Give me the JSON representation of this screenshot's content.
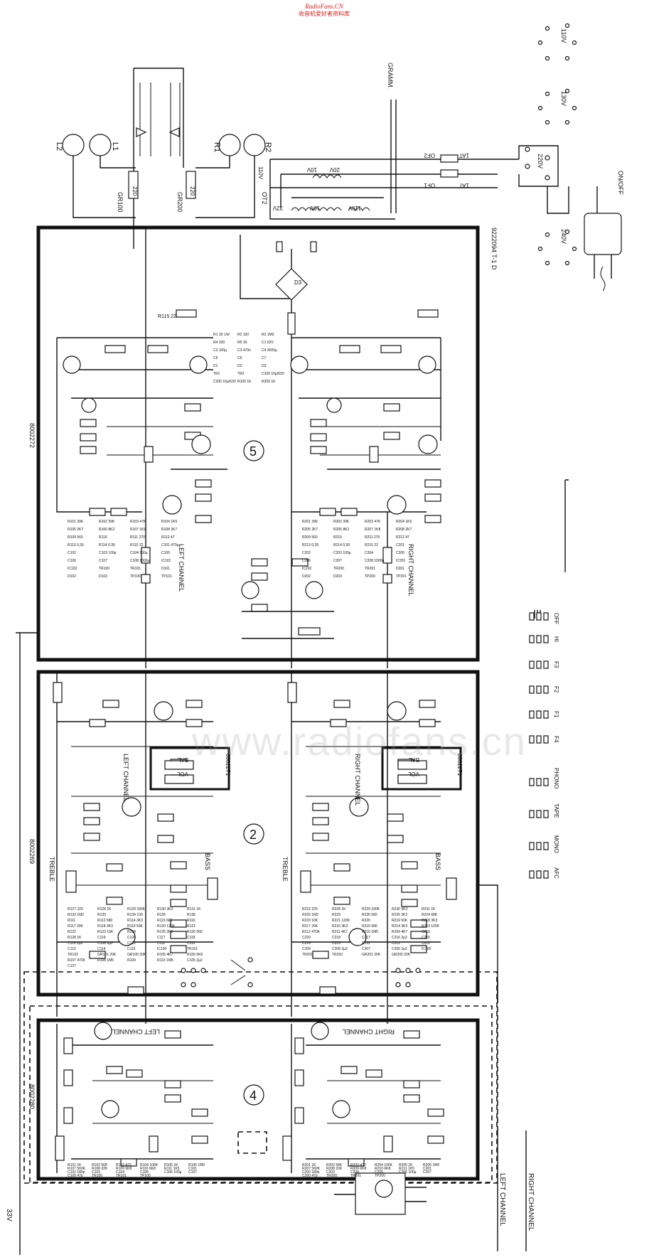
{
  "header": {
    "brand": "RadioFans.CN",
    "brand_cn": "收音机爱好者资料库"
  },
  "watermark": "www.radiofans.cn",
  "boards": {
    "power_amp": {
      "number": "5",
      "code": "8002272"
    },
    "pre_amp": {
      "number": "2",
      "code": "8002269"
    },
    "input": {
      "number": "4",
      "code": "8002280"
    },
    "balance_left": "8002271",
    "balance_right": "8002271"
  },
  "drawing_number": "9222094 T-1 D",
  "channels": {
    "left": "LEFT CHANNEL",
    "right": "RIGHT CHANNEL"
  },
  "controls": {
    "treble": "TREBLE",
    "bass": "BASS",
    "bal": "BAL",
    "vol": "VOL"
  },
  "connectors": {
    "gramm": "GRAMM.",
    "supply": "33V"
  },
  "power": {
    "mains_switch": "ON/OFF",
    "voltages": [
      "110V",
      "130V",
      "220V",
      "240V"
    ],
    "fuses": [
      {
        "label": "OF1",
        "rating": "1AT"
      },
      {
        "label": "OF2",
        "rating": "1AT"
      }
    ],
    "transformer": "OT2",
    "tx_taps": [
      "110V",
      "10V",
      "20V",
      "32V",
      "10V",
      "110V"
    ]
  },
  "speakers": [
    "L2",
    "L1",
    "R1",
    "R2"
  ],
  "switch_labels": [
    "OFF",
    "HI",
    "F3",
    "F2",
    "F1",
    "F4",
    "PHONO",
    "TAPE",
    "MONO",
    "AFC"
  ],
  "left_power_components": [
    "R101 39K",
    "R102 39K",
    "R103 47K",
    "R104 1K5",
    "R105 2K7",
    "R106 8K2",
    "R107 1K8",
    "R108 2K7",
    "R109 560",
    "R110",
    "R111 270",
    "R112 47",
    "R113 0,39",
    "R114 0,39",
    "R115 22",
    "C101 470µ",
    "C102",
    "C103 100p",
    "C104 100µ",
    "C105",
    "C106",
    "C107",
    "C108 1000µ",
    "IC101",
    "IC102",
    "TR100",
    "TR101",
    "D101",
    "D102",
    "D103",
    "TP100",
    "TP101"
  ],
  "right_power_components": [
    "R201 39K",
    "R202 39K",
    "R203 47K",
    "R204 1K5",
    "R205 2K7",
    "R206 8K2",
    "R207 1K8",
    "R208 2K7",
    "R209 560",
    "R210",
    "R211 270",
    "R212 47",
    "R213 0,39",
    "R214 0,39",
    "R215 22",
    "C201",
    "C202",
    "C203 100µ",
    "C204",
    "C205",
    "C206",
    "C207",
    "C208 1000µ",
    "IC201",
    "IC202",
    "TR200",
    "TR201",
    "D201",
    "D202",
    "D203",
    "TP200",
    "TP201"
  ],
  "power_supply_components": [
    "R1 1K 1W",
    "R2 100",
    "R3 1M2",
    "R4 100",
    "R5 1K",
    "C1 63V",
    "C2 100µ",
    "C3 470n",
    "C4 3000µ",
    "C5",
    "C6",
    "C7",
    "D1",
    "D2",
    "D3",
    "TR1",
    "TR2",
    "C100 10µ/63V",
    "C200 10µ/63V",
    "R100 1K",
    "R200 1K"
  ],
  "left_pre_components": [
    "R127 220",
    "R128 1K",
    "R129 330K",
    "R130 3K3",
    "R131 1K",
    "R132 1M2",
    "R133",
    "R134 100",
    "R135",
    "R136",
    "R111",
    "R112 680",
    "R114 3K3",
    "R115 680",
    "R116",
    "R117 20K",
    "R118 3K3",
    "R119 50K",
    "R120 120K",
    "R121",
    "R122",
    "R123 10K",
    "R124",
    "R125 2K2",
    "R126 560",
    "R128 1K",
    "C119",
    "C120",
    "C117",
    "C118",
    "C116 2µ2",
    "C108 2µ2",
    "C110",
    "C111",
    "C112",
    "C113",
    "C114",
    "C115",
    "IC100",
    "TR101",
    "TR102",
    "GR101 20K",
    "GR100 20K",
    "R105 4K7",
    "R106 5K6",
    "R107 470K",
    "R108 1M5",
    "R109",
    "R110 1M5",
    "C105 2µ2",
    "C107"
  ],
  "right_pre_components": [
    "R222 220",
    "R228 1K",
    "R229 330K",
    "R230 3K3",
    "R231 1K",
    "R232 1M2",
    "R233",
    "R226 560",
    "R225 2K2",
    "R224 68K",
    "R223 10K",
    "R221 120K",
    "R220",
    "R219 50K",
    "R218 3K3",
    "R217 20K",
    "R216 3K3",
    "R215 680",
    "R214 3K3",
    "R213 120K",
    "R212 470K",
    "R211 4K7",
    "R210 1M5",
    "R209 4K7",
    "C219",
    "C220",
    "C218",
    "C217",
    "C216 2µ2",
    "C215",
    "C214",
    "C213",
    "C212",
    "C211",
    "C210",
    "C209",
    "C208 2µ2",
    "C207",
    "C205 2µ2",
    "IC200",
    "TR201",
    "TR202",
    "GR201 20K",
    "GR200 20K"
  ],
  "left_input_components": [
    "R101 1K",
    "R102 56K",
    "R103 470",
    "R104 100K",
    "R105 1K",
    "R106 1M5",
    "R107 560K",
    "R108 22K",
    "R109 6K8",
    "R110 6K8",
    "R111 1K5",
    "C101",
    "C102 180p",
    "C103",
    "C104",
    "C105",
    "C106 100µ",
    "C107",
    "C100 47p",
    "TR100",
    "TR101",
    "TP100"
  ],
  "right_input_components": [
    "R201 1K",
    "R202 56K",
    "R203 470",
    "R204 100K",
    "R205 1K",
    "R206 1M5",
    "R207 560K",
    "R208 22K",
    "R209 6K8",
    "R210 6K8",
    "R211 1K5",
    "C201",
    "C202 180p",
    "C203",
    "C204",
    "C205",
    "C206 100µ",
    "C207",
    "C200 47p",
    "TR200",
    "TR201",
    "TP200"
  ],
  "outputs": [
    "LEFT CHANNEL",
    "RIGHT CHANNEL"
  ]
}
